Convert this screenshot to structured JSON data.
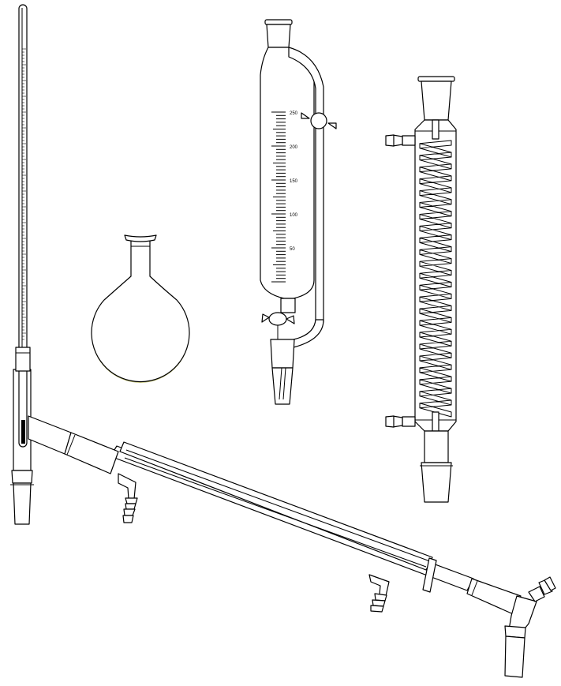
{
  "apparatus": [
    {
      "id": "thermometer"
    },
    {
      "id": "round-bottom-flask"
    },
    {
      "id": "dropping-funnel"
    },
    {
      "id": "coil-condenser"
    },
    {
      "id": "distillation-head"
    },
    {
      "id": "liebig-condenser"
    },
    {
      "id": "vacuum-adapter"
    }
  ],
  "colors": {
    "glass_fill": "#ffffff",
    "outline": "#000000",
    "liquid": "#c3c37a"
  },
  "funnel_scale": {
    "labels": [
      "250",
      "200",
      "150",
      "100",
      "50"
    ]
  }
}
